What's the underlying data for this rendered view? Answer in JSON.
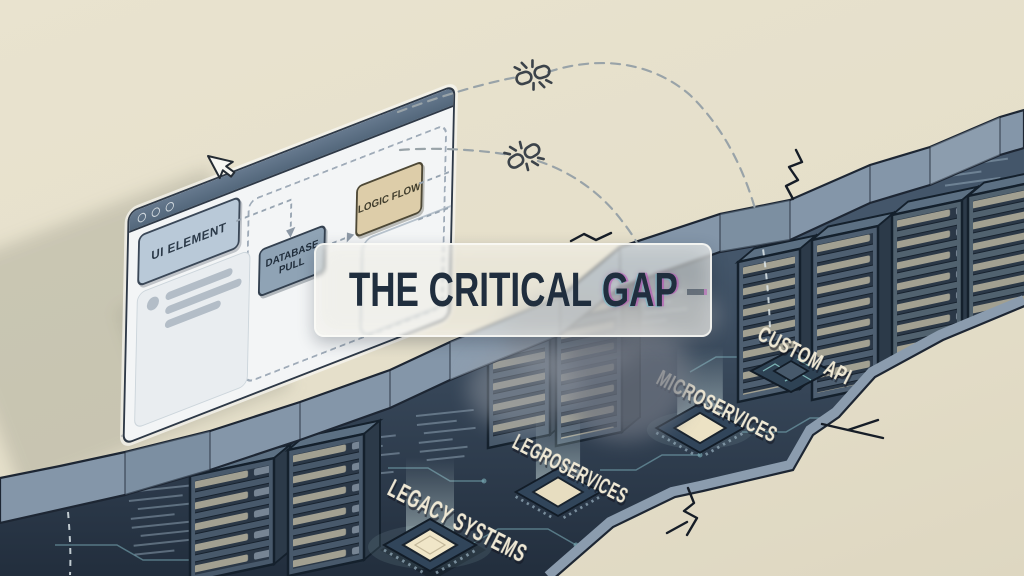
{
  "illustration": {
    "banner": {
      "text_main": "THE CRITICAL",
      "text_glitch": "GAP",
      "text_full": "THE CRITICAL GAP"
    },
    "browser_window": {
      "ui_element_label": "UI ELEMENT",
      "database_pull_label": "DATABASE PULL",
      "logic_flow_label": "LOGIC FLOW"
    },
    "chasm_labels": {
      "legacy_systems": "LEGACY SYSTEMS",
      "legroservices": "LEGROSERVICES",
      "microservices": "MICROSERVICES",
      "custom_api": "CUSTOM API"
    },
    "icons": {
      "window_controls": "three-dots",
      "broken_link": "chain-broken",
      "cursor": "arrow-pointer"
    },
    "colors": {
      "background": "#e6dfca",
      "ink": "#1d2633",
      "bevel": "#8496a9",
      "chasm_top": "#44566a",
      "chasm_deep": "#232e3d",
      "banner_text": "#202e3e",
      "glitch_magenta": "#ba4db6",
      "glitch_cyan": "#5ac8d7",
      "label_cream": "#efe8d4",
      "tan_box": "#ddcda9",
      "blue_box": "#8fa3b5",
      "ui_button": "#b9c9d8",
      "titlebar": "#5d7183",
      "window_body": "#f3f5f6",
      "trace": "#7fb3bd",
      "chip_top": "#f0e6c8",
      "dash_line": "#99a3a8",
      "smoke": "#7a7f88"
    }
  }
}
